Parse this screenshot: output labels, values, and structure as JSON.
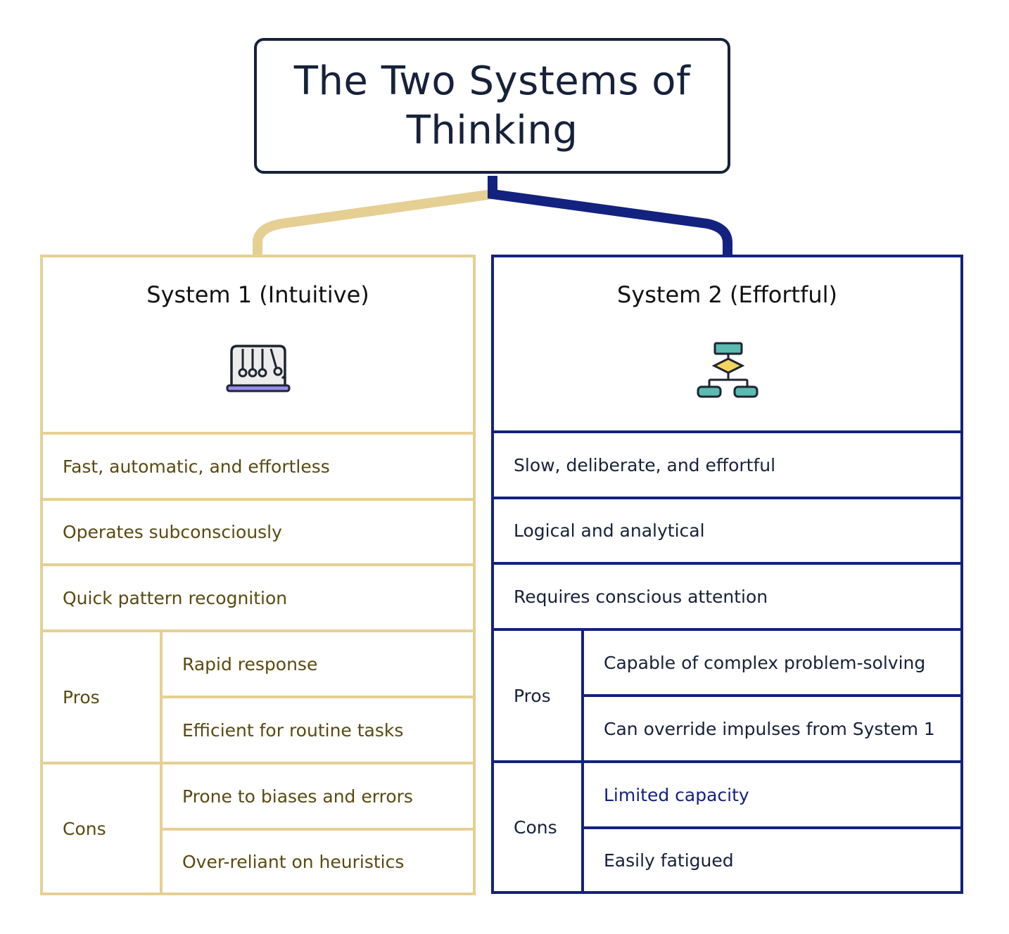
{
  "title": "The Two Systems of Thinking",
  "colors": {
    "system1": "#e6cf93",
    "system1_text": "#5a4a10",
    "system2": "#13227e",
    "system2_text": "#16213a",
    "root_border": "#16213a"
  },
  "system1": {
    "title": "System 1 (Intuitive)",
    "icon": "newtons-cradle-icon",
    "traits": [
      "Fast, automatic, and effortless",
      "Operates subconsciously",
      "Quick pattern recognition"
    ],
    "pros_label": "Pros",
    "pros": [
      "Rapid response",
      "Efficient for routine tasks"
    ],
    "cons_label": "Cons",
    "cons": [
      "Prone to biases and errors",
      "Over-reliant on heuristics"
    ]
  },
  "system2": {
    "title": "System 2 (Effortful)",
    "icon": "flowchart-icon",
    "traits": [
      "Slow, deliberate, and effortful",
      "Logical and analytical",
      "Requires conscious attention"
    ],
    "pros_label": "Pros",
    "pros": [
      "Capable of complex problem-solving",
      "Can override impulses from System 1"
    ],
    "cons_label": "Cons",
    "cons": [
      "Limited capacity",
      "Easily fatigued"
    ]
  }
}
